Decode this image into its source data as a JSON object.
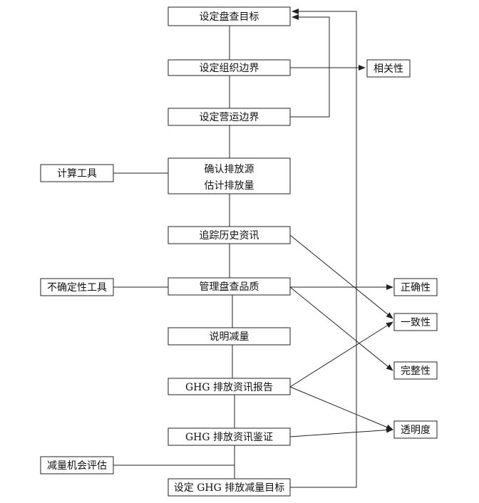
{
  "nodes": {
    "set_goal": "设定盘查目标",
    "org_boundary": "设定组织边界",
    "op_boundary": "设定营运边界",
    "identify_sources": "确认排放源",
    "estimate_emissions": "估计排放量",
    "track_history": "追踪历史资讯",
    "manage_quality": "管理盘查品质",
    "explain_reduction": "说明减量",
    "ghg_report": "GHG 排放资讯报告",
    "ghg_verify": "GHG 排放资讯鉴证",
    "set_reduction_goal": "设定 GHG 排放减量目标"
  },
  "tools": {
    "calc_tools": "计算工具",
    "uncertainty_tools": "不确定性工具",
    "reduction_opportunity": "减量机会评估"
  },
  "principles": {
    "relevance": "相关性",
    "accuracy": "正确性",
    "consistency": "一致性",
    "completeness": "完整性",
    "transparency": "透明度"
  },
  "colors": {
    "stroke": "#222222",
    "text": "#111111",
    "background": "#ffffff"
  }
}
